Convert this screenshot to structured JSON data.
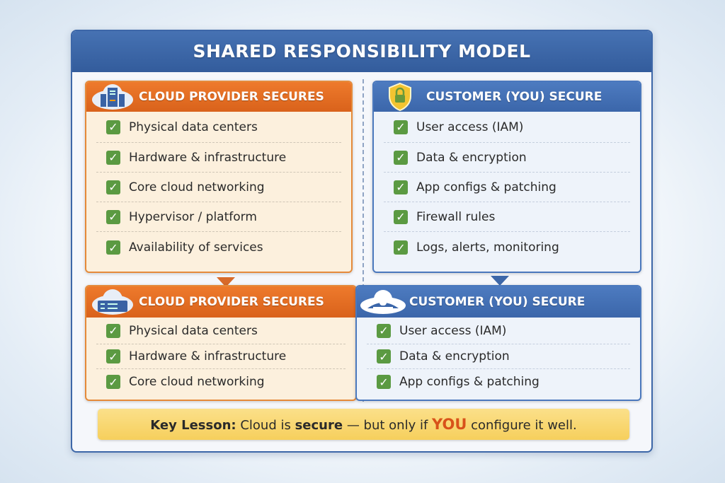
{
  "title": "SHARED RESPONSIBILITY MODEL",
  "top": {
    "provider": {
      "heading": "CLOUD PROVIDER SECURES",
      "icon": "cloud-server-icon",
      "items": [
        "Physical data centers",
        "Hardware & infrastructure",
        "Core cloud networking",
        "Hypervisor / platform",
        "Availability of services"
      ]
    },
    "customer": {
      "heading": "CUSTOMER (YOU) SECURE",
      "icon": "shield-lock-icon",
      "items": [
        "User access (IAM)",
        "Data & encryption",
        "App configs & patching",
        "Firewall rules",
        "Logs, alerts, monitoring"
      ]
    }
  },
  "bottom": {
    "provider": {
      "heading": "CLOUD PROVIDER SECURES",
      "icon": "cloud-server-icon",
      "items": [
        "Physical data centers",
        "Hardware & infrastructure",
        "Core cloud networking"
      ]
    },
    "customer": {
      "heading": "CUSTOMER (YOU) SECURE",
      "icon": "cloud-lock-icon",
      "items": [
        "User access (IAM)",
        "Data & encryption",
        "App configs & patching"
      ]
    }
  },
  "key_lesson": {
    "label": "Key Lesson:",
    "text1": "Cloud is",
    "emph": "secure",
    "text2": "— but only if",
    "you": "YOU",
    "text3": "configure it well."
  },
  "colors": {
    "orange": "#e06a22",
    "blue": "#3d67a8",
    "check": "#5b9a42",
    "key_bg": "#f8d670"
  }
}
